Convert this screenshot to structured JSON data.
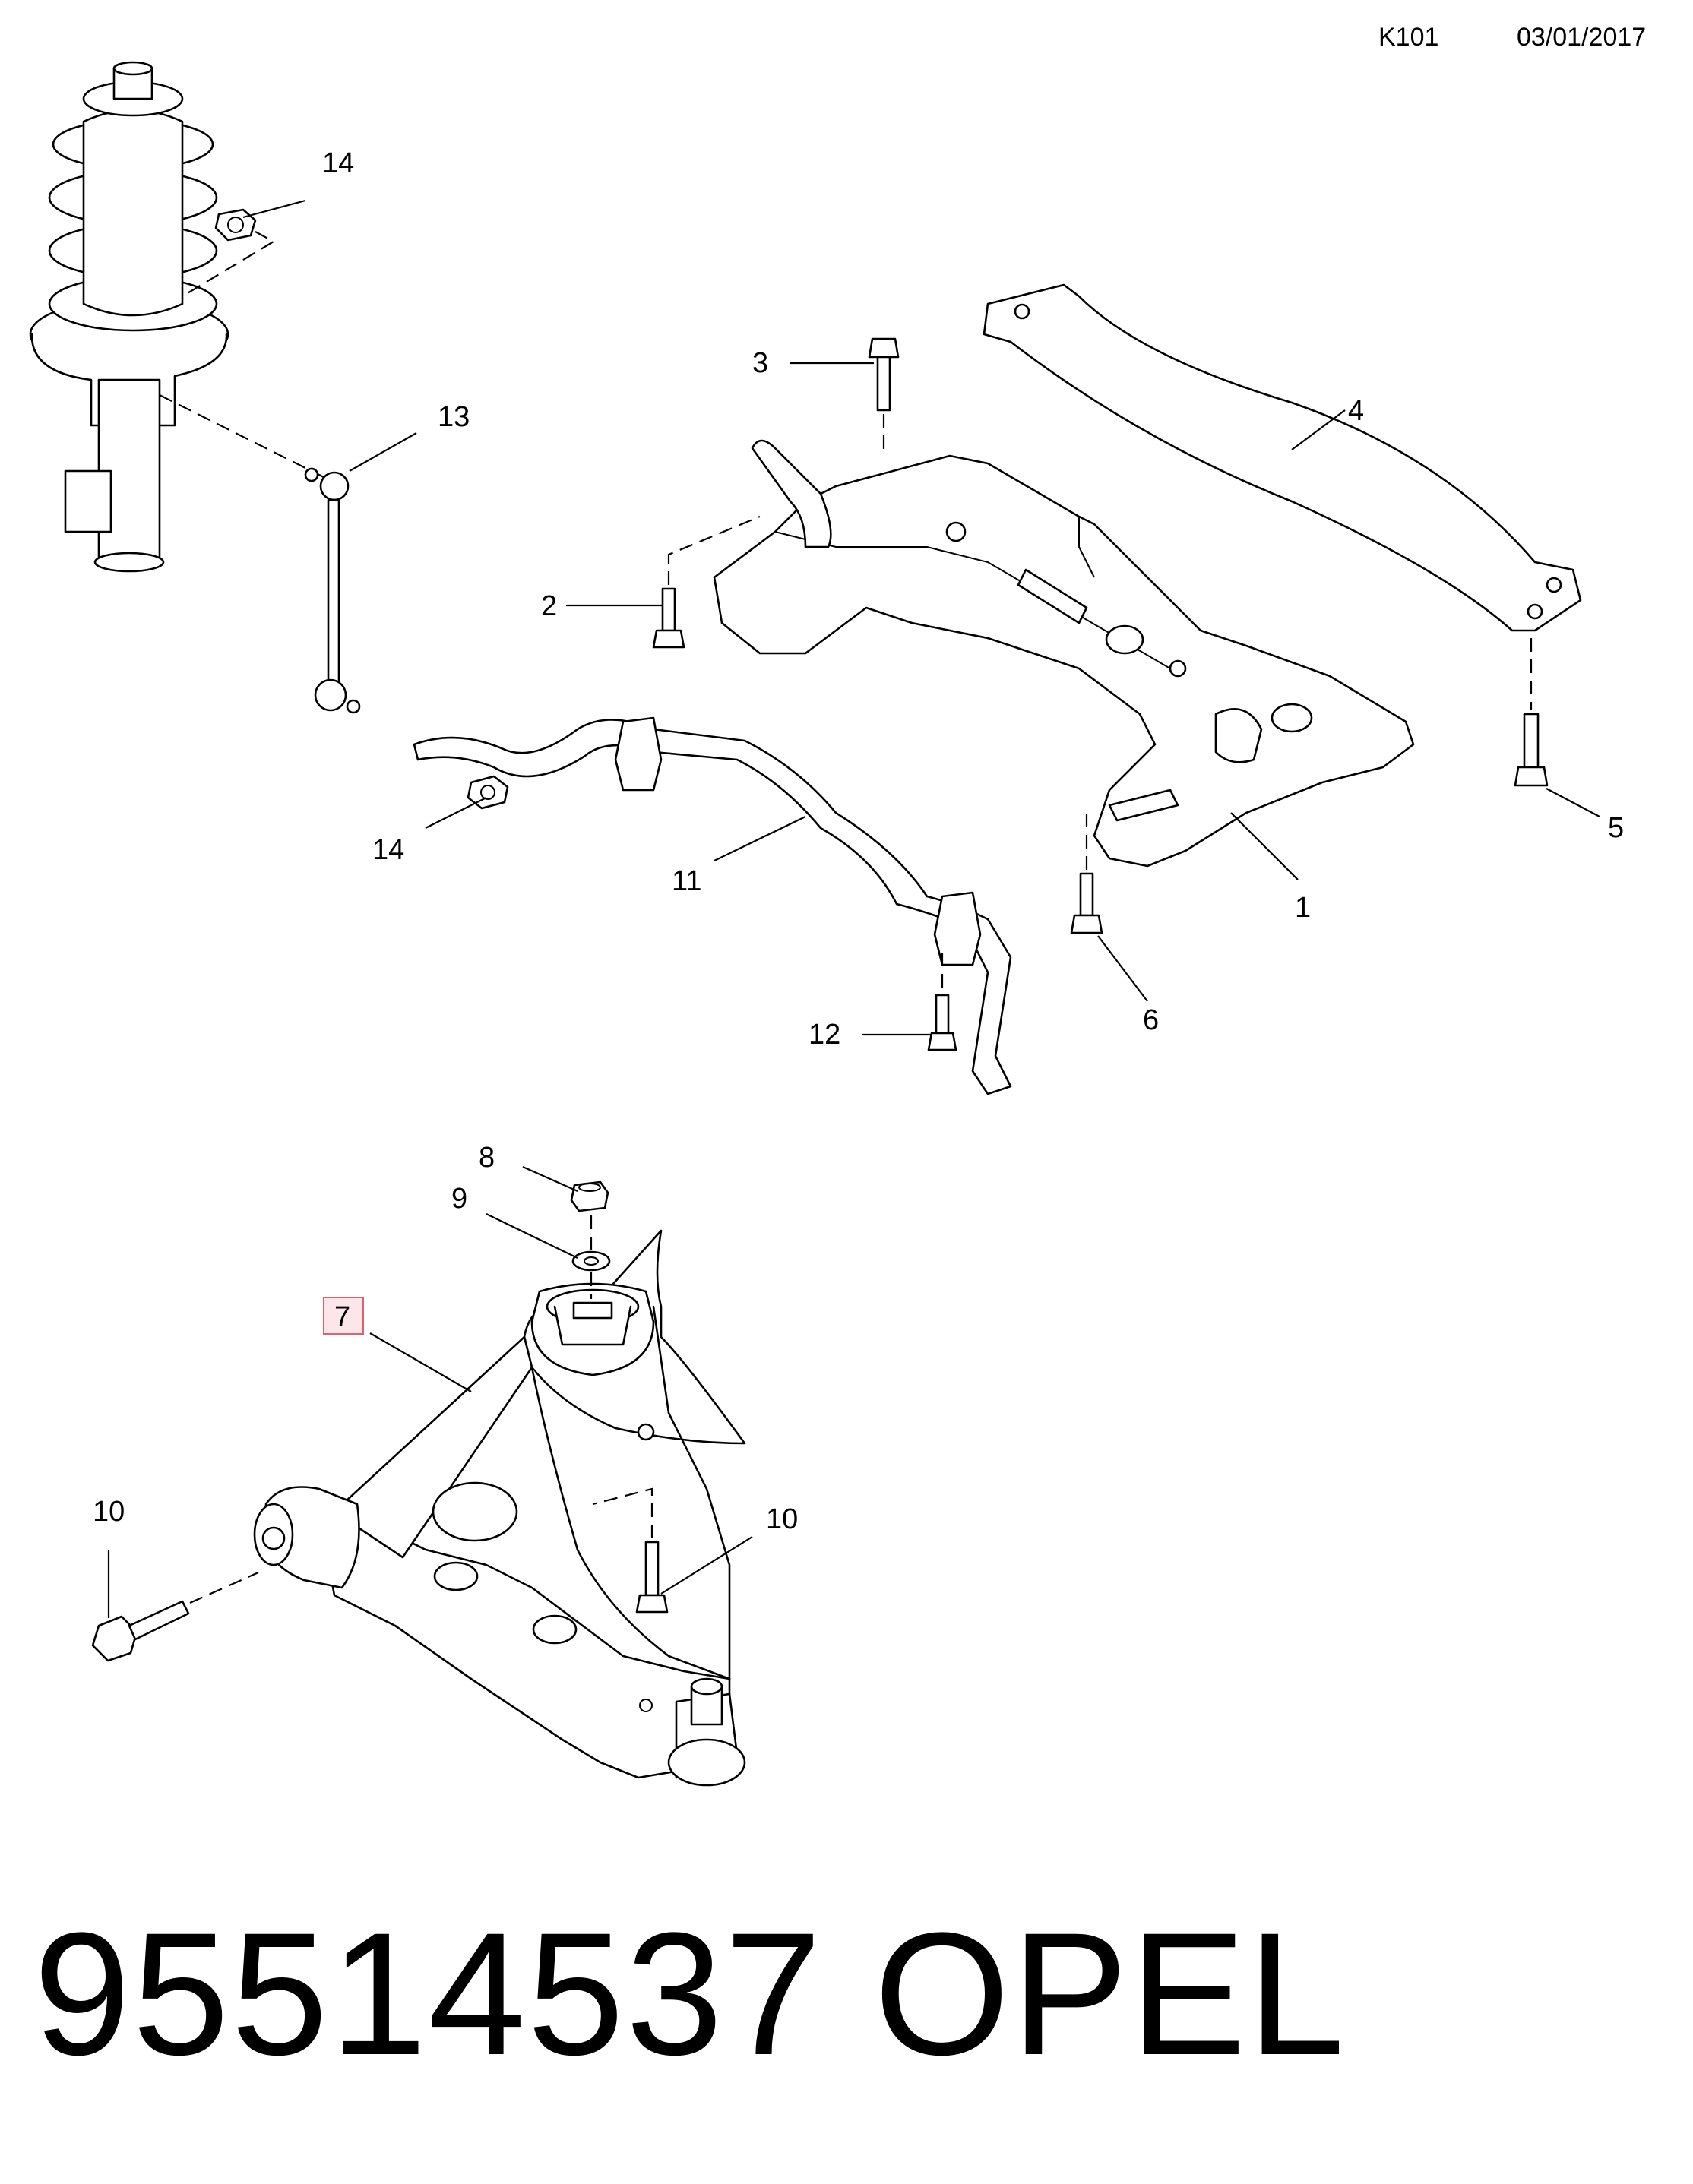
{
  "header": {
    "code": "K101",
    "date": "03/01/2017"
  },
  "labels": {
    "p1": "1",
    "p2": "2",
    "p3": "3",
    "p4": "4",
    "p5": "5",
    "p6": "6",
    "p7": "7",
    "p8": "8",
    "p9": "9",
    "p10a": "10",
    "p10b": "10",
    "p11": "11",
    "p12": "12",
    "p13": "13",
    "p14a": "14",
    "p14b": "14"
  },
  "highlight_color": "#e06070",
  "footer": {
    "part_number": "95514537",
    "brand": "OPEL"
  }
}
